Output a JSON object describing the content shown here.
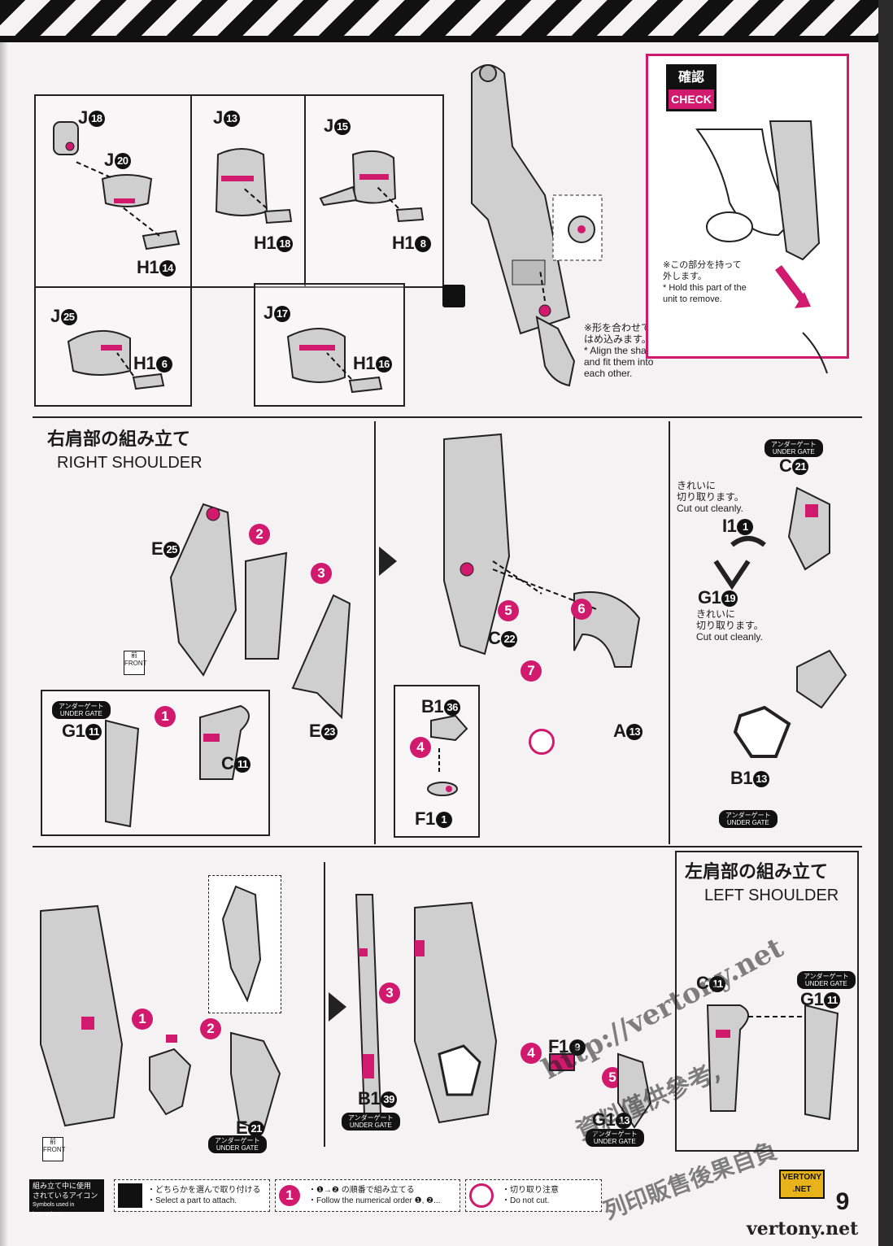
{
  "top_section": {
    "hand_a": {
      "upper": "J",
      "upper_num": "18",
      "middle": "J",
      "middle_num": "20",
      "lower": "H1",
      "lower_num": "14"
    },
    "hand_b": {
      "upper": "J",
      "upper_num": "13",
      "lower": "H1",
      "lower_num": "18"
    },
    "hand_c": {
      "upper": "J",
      "upper_num": "15",
      "lower": "H1",
      "lower_num": "8"
    },
    "hand_d": {
      "upper": "J",
      "upper_num": "25",
      "lower": "H1",
      "lower_num": "6"
    },
    "hand_e": {
      "upper": "J",
      "upper_num": "17",
      "lower": "H1",
      "lower_num": "16"
    },
    "align_note_jp_1": "※形を合わせて",
    "align_note_jp_2": "はめ込みます。",
    "align_note_en_1": "* Align the shapes",
    "align_note_en_2": "and fit them into",
    "align_note_en_3": "each other.",
    "check": {
      "jp": "確認",
      "en": "CHECK",
      "note_jp_1": "※この部分を持って",
      "note_jp_2": "外します。",
      "note_en_1": "* Hold this part of the",
      "note_en_2": "unit to remove."
    }
  },
  "right_shoulder": {
    "title_jp": "右肩部の組み立て",
    "title_en": "RIGHT SHOULDER",
    "front_jp": "前",
    "front_en": "FRONT",
    "parts": {
      "e25": {
        "letter": "E",
        "num": "25"
      },
      "e23": {
        "letter": "E",
        "num": "23"
      },
      "g1_11": {
        "letter": "G1",
        "num": "11"
      },
      "c11": {
        "letter": "C",
        "num": "11"
      },
      "c22": {
        "letter": "C",
        "num": "22"
      },
      "b1_36": {
        "letter": "B1",
        "num": "36"
      },
      "f1_1": {
        "letter": "F1",
        "num": "1"
      },
      "a13": {
        "letter": "A",
        "num": "13"
      }
    },
    "steps": [
      "1",
      "2",
      "3",
      "4",
      "5",
      "6",
      "7"
    ],
    "under_gate_jp": "アンダーゲート",
    "under_gate_en": "UNDER GATE"
  },
  "detail_panel": {
    "c21": {
      "letter": "C",
      "num": "21"
    },
    "i1_1": {
      "letter": "I1",
      "num": "1"
    },
    "g1_19": {
      "letter": "G1",
      "num": "19"
    },
    "b1_13": {
      "letter": "B1",
      "num": "13"
    },
    "cut_jp_1": "きれいに",
    "cut_jp_2": "切り取ります。",
    "cut_en": "Cut out cleanly.",
    "under_gate_jp": "アンダーゲート",
    "under_gate_en": "UNDER GATE"
  },
  "left_shoulder": {
    "title_jp": "左肩部の組み立て",
    "title_en": "LEFT SHOULDER",
    "front_jp": "前",
    "front_en": "FRONT",
    "parts": {
      "e21": {
        "letter": "E",
        "num": "21"
      },
      "b1_39": {
        "letter": "B1",
        "num": "39"
      },
      "f1_9": {
        "letter": "F1",
        "num": "9"
      },
      "g1_13": {
        "letter": "G1",
        "num": "13"
      },
      "c11": {
        "letter": "C",
        "num": "11"
      },
      "g1_11": {
        "letter": "G1",
        "num": "11"
      }
    },
    "steps": [
      "1",
      "2",
      "3",
      "4",
      "5"
    ],
    "under_gate_jp": "アンダーゲート",
    "under_gate_en": "UNDER GATE"
  },
  "footer": {
    "legend_jp_1": "組み立て中に使用",
    "legend_jp_2": "されているアイコン",
    "legend_en": "Symbols used in instructions",
    "icon1_jp": "・どちらかを選んで取り付ける",
    "icon1_en": "・Select a part to attach.",
    "icon2_jp": "・❶→❷ の順番で組み立てる",
    "icon2_en": "・Follow the numerical order ❶, ❷...",
    "icon3_jp": "・切り取り注意",
    "icon3_en": "・Do not cut.",
    "page_number": "9"
  },
  "brand": {
    "line1": "VERTONY",
    "line2": ".NET"
  },
  "watermarks": {
    "url": "http://vertony.net",
    "chinese_1": "資料僅供參考,",
    "chinese_2": "列印販售後果自負",
    "footer_url": "vertony.net"
  },
  "colors": {
    "accent": "#d11a6e",
    "ink": "#111111",
    "part_fill": "#cfcfcf"
  }
}
